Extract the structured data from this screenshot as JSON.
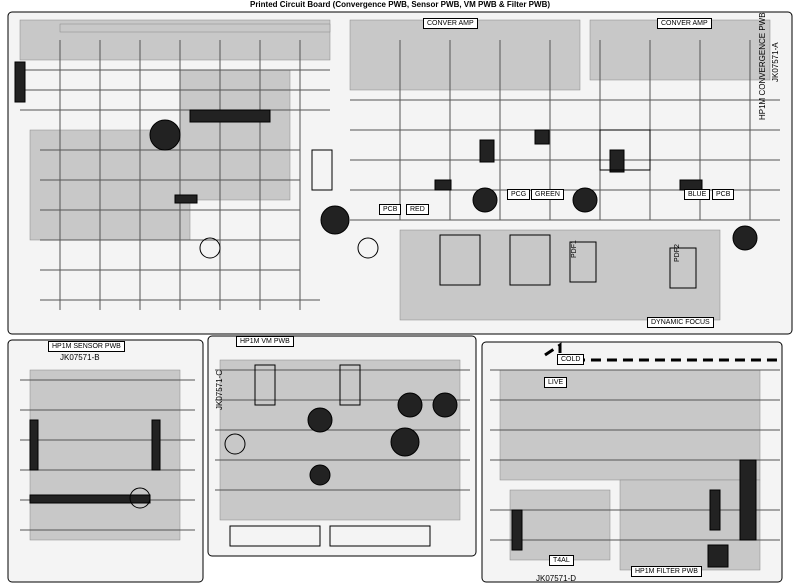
{
  "title": "Printed Circuit Board (Convergence PWB, Sensor PWB, VM PWB & Filter PWB)",
  "boards": {
    "convergence": {
      "name": "HP1M CONVERGENCE PWB",
      "code": "JK07571-A"
    },
    "sensor": {
      "name": "HP1M SENSOR PWB",
      "code": "JK07571-B"
    },
    "vm": {
      "name": "HP1M VM PWB",
      "code": "JK07571-C"
    },
    "filter": {
      "name": "HP1M FILTER PWB",
      "code": "JK07571-D"
    }
  },
  "labels": {
    "conver_amp_1": "CONVER AMP",
    "conver_amp_2": "CONVER AMP",
    "pcb": "PCB",
    "red": "RED",
    "pcg": "PCG",
    "green": "GREEN",
    "blue": "BLUE",
    "pcb2": "PCB",
    "dynamic_focus": "DYNAMIC FOCUS",
    "cold": "COLD",
    "live": "LIVE",
    "t4al": "T4AL",
    "pdf1": "PDF1",
    "pdf2": "PDF2"
  },
  "colors": {
    "trace": "#d9d9d9",
    "copper": "#c4c4c4",
    "ink": "#000000",
    "board_bg": "#ffffff"
  }
}
